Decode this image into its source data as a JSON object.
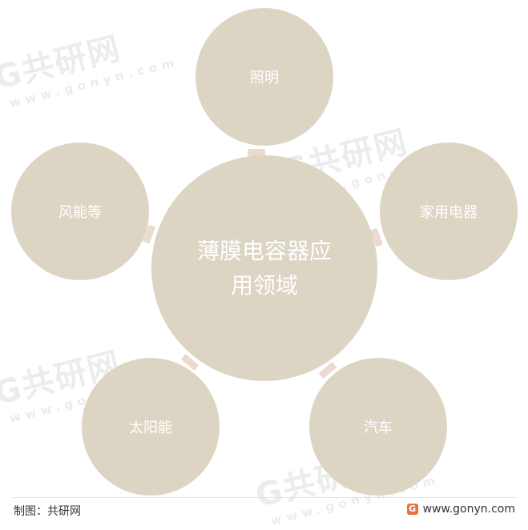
{
  "center": {
    "line1": "薄膜电容器应",
    "line2": "用领域"
  },
  "nodes": {
    "top": "照明",
    "right": "家用电器",
    "bottom_right": "汽车",
    "bottom_left": "太阳能",
    "left": "风能等"
  },
  "footer": {
    "source": "制图：共研网",
    "website": "www.gonyn.com",
    "logo_letter": "G"
  },
  "watermark": {
    "brand": "G共研网",
    "url": "www.gonyn.com"
  },
  "colors": {
    "circle": "#ddd5c4",
    "arrow": "#ecd9cf",
    "text": "#ffffff"
  }
}
